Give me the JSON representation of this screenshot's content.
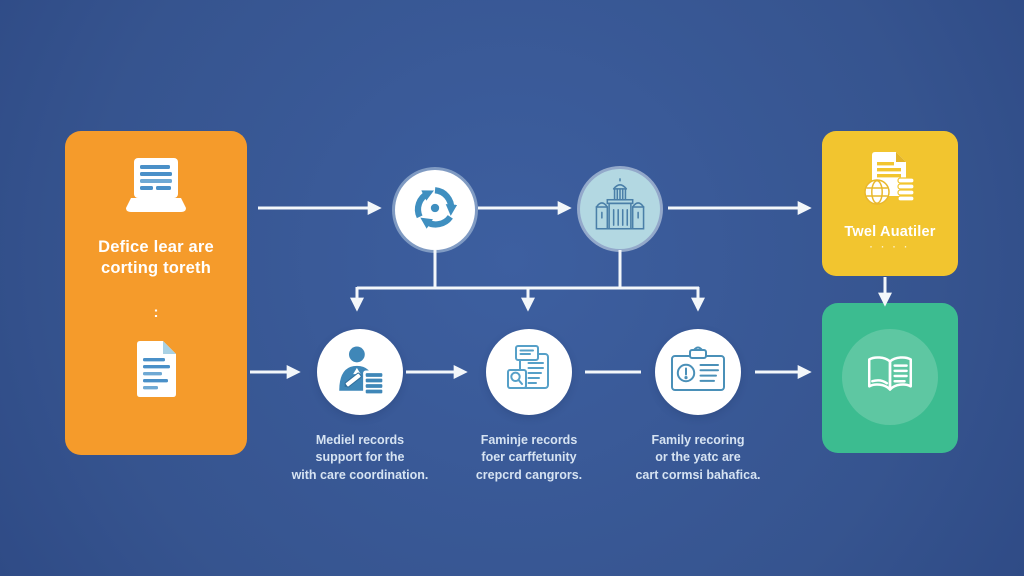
{
  "page": {
    "background_color": "#36548f",
    "type": "flow-diagram-infographic"
  },
  "colors": {
    "orange_card": "#f59b2b",
    "yellow_card": "#f2c52f",
    "green_card": "#3cbc90",
    "green_inner_circle": "#5ec7a2",
    "node_lightblue": "#b3d8e2",
    "icon_blue": "#3f8fc0",
    "icon_outline_blue": "#4a90b8",
    "arrow_white": "#f3f7fa",
    "caption_text": "#d6e3f2"
  },
  "left_card": {
    "icon_top": "laptop-document-icon",
    "title": "Defice lear are\ncorting toreth",
    "separator": ":",
    "icon_bottom": "document-icon"
  },
  "top_flow": {
    "node1_icon": "recycle-icon",
    "node2_icon": "building-icon"
  },
  "right_top_card": {
    "icon": "finance-document-icon",
    "label": "Twel Auatiler",
    "dots": "· · · ·"
  },
  "right_bottom_card": {
    "icon": "open-book-icon"
  },
  "bottom_nodes": [
    {
      "icon": "person-writing-icon",
      "caption": "Mediel records\nsupport for the\nwith care coordination."
    },
    {
      "icon": "family-records-icon",
      "caption": "Faminje records\nfoer carffetunity\ncrepcrd cangrors."
    },
    {
      "icon": "clipboard-report-icon",
      "caption": "Family recoring\nor the yatc are\ncart cormsi bahafica."
    }
  ]
}
